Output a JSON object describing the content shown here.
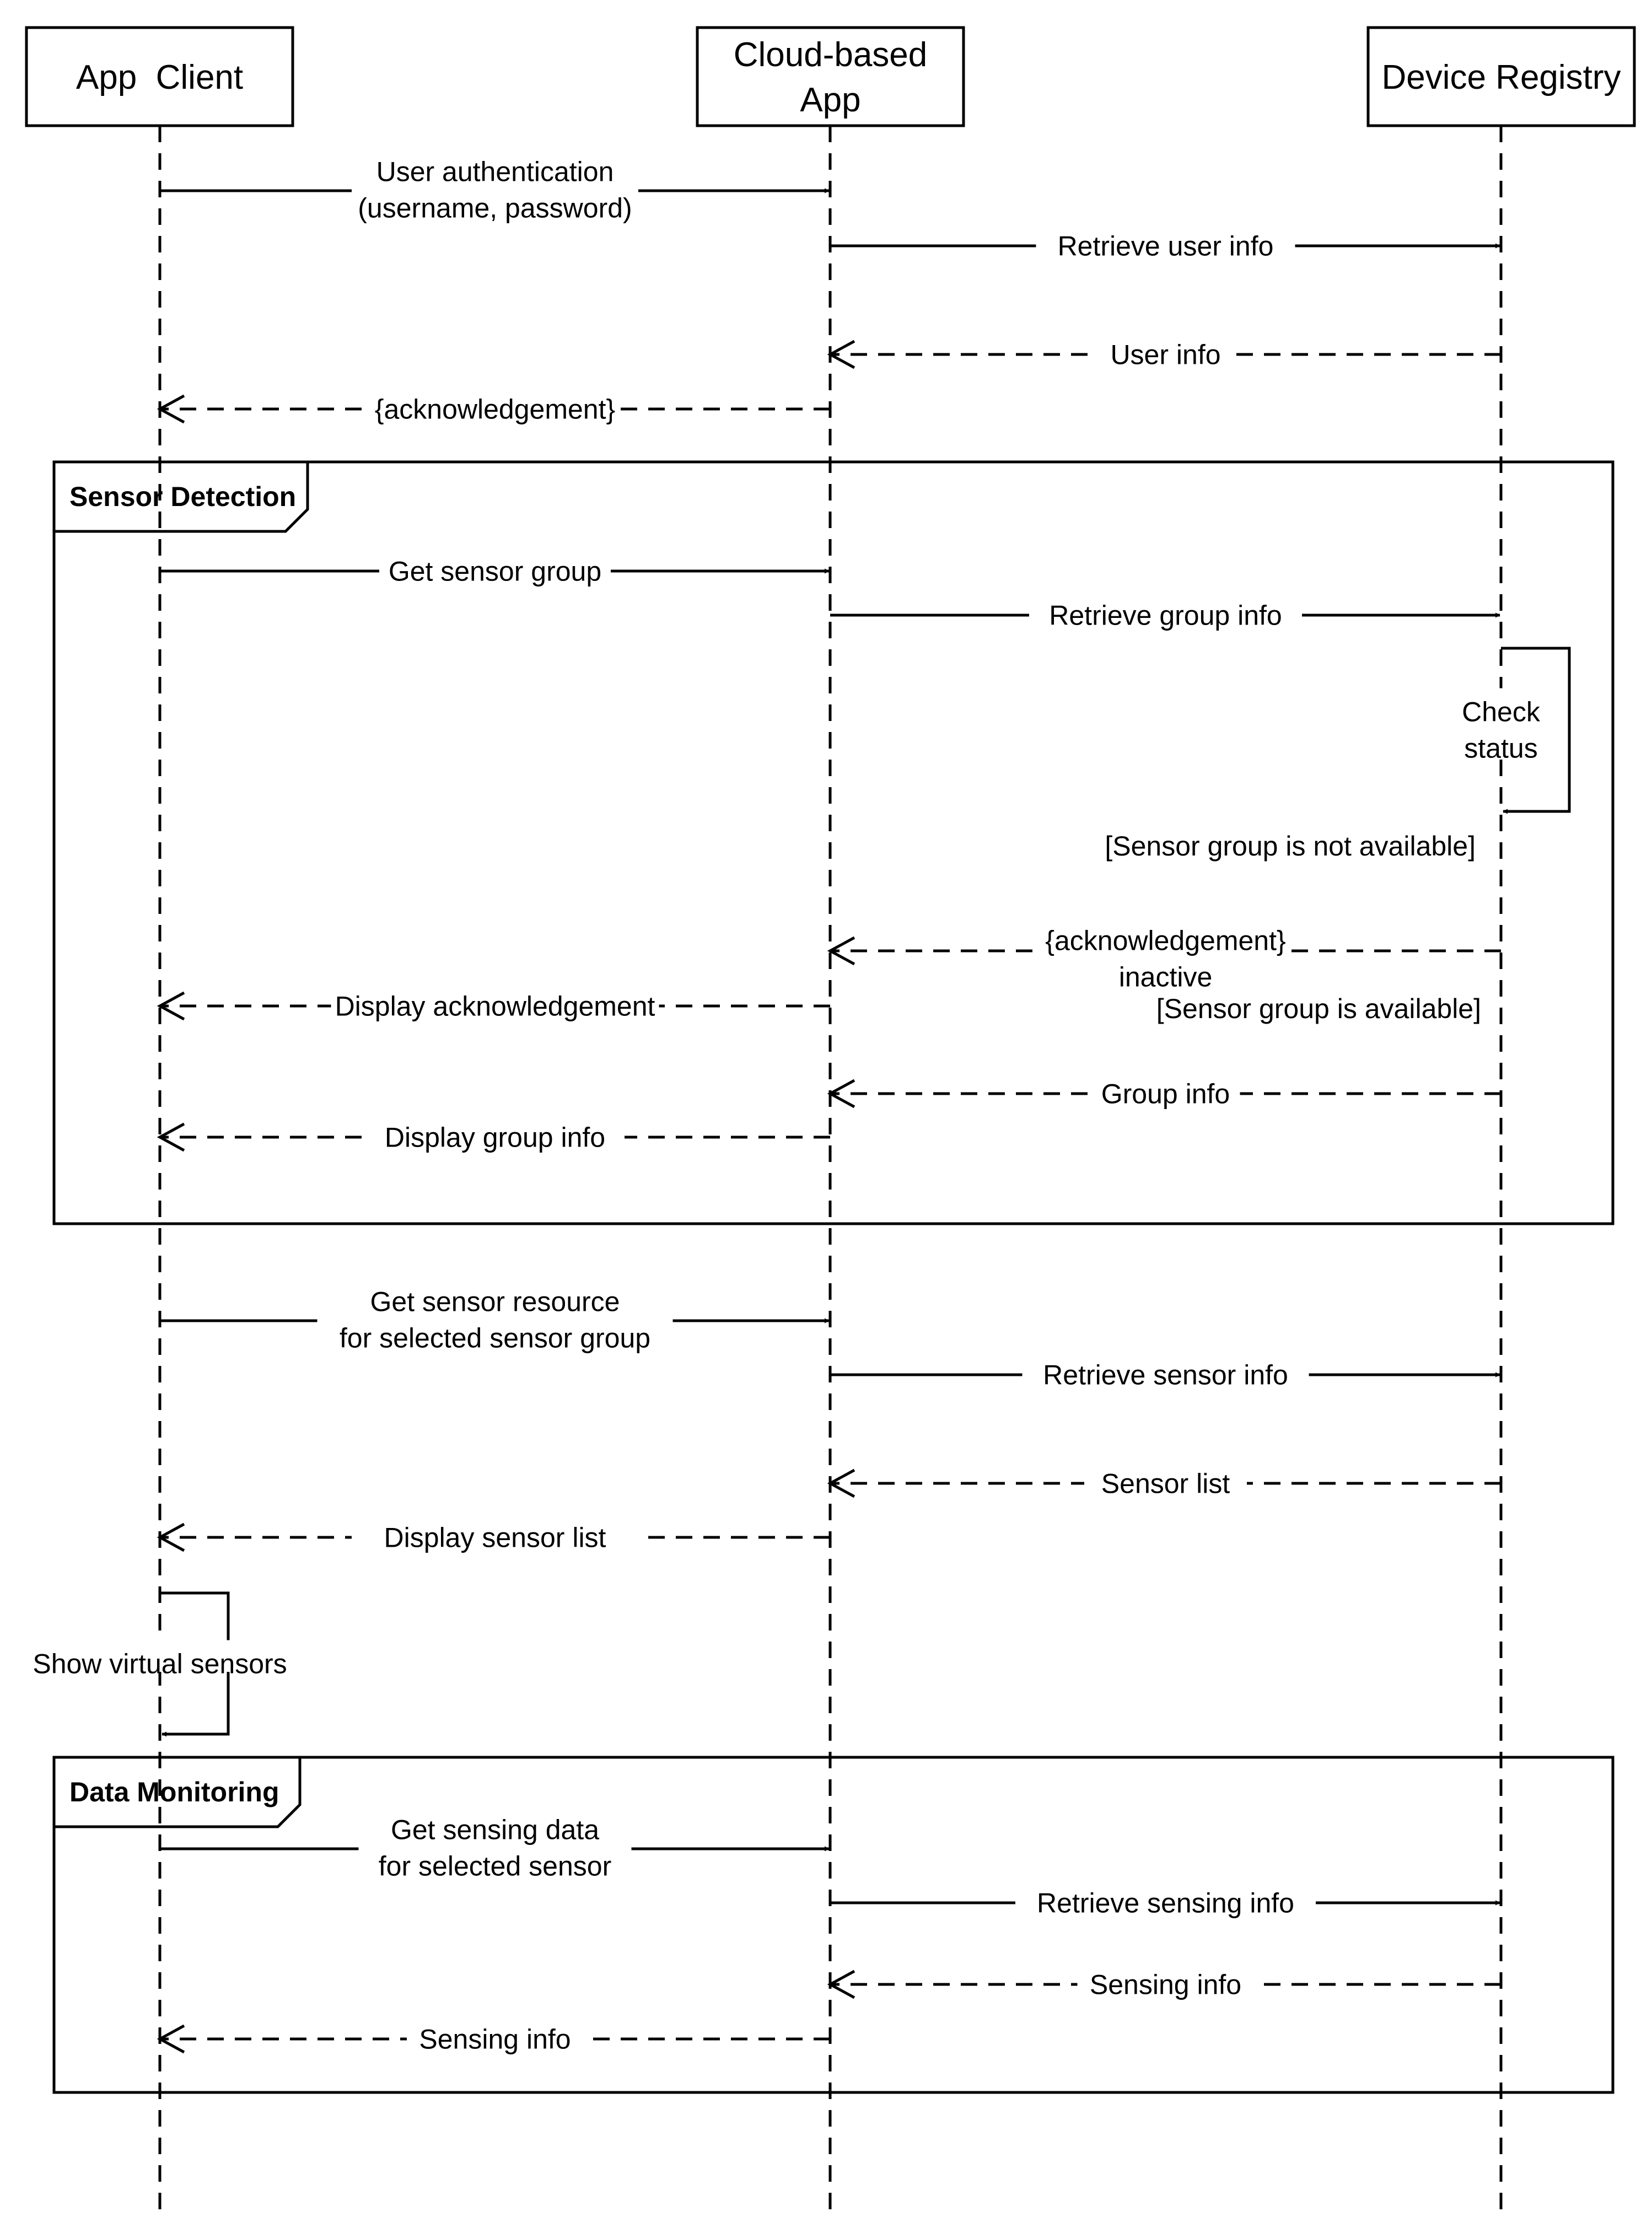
{
  "participants": [
    {
      "id": "client",
      "name": "App  Client"
    },
    {
      "id": "cloud",
      "name": "Cloud-based\nApp"
    },
    {
      "id": "registry",
      "name": "Device Registry"
    }
  ],
  "frames": [
    {
      "id": "sensor-detection",
      "title": "Sensor Detection"
    },
    {
      "id": "data-monitoring",
      "title": "Data Monitoring"
    }
  ],
  "messages": [
    {
      "from": "client",
      "to": "cloud",
      "style": "solid",
      "label": "User authentication\n(username, password)"
    },
    {
      "from": "cloud",
      "to": "registry",
      "style": "solid",
      "label": "Retrieve user info"
    },
    {
      "from": "registry",
      "to": "cloud",
      "style": "dashed",
      "label": "User info"
    },
    {
      "from": "cloud",
      "to": "client",
      "style": "dashed",
      "label": "{acknowledgement}"
    },
    {
      "from": "client",
      "to": "cloud",
      "style": "solid",
      "label": "Get sensor group"
    },
    {
      "from": "cloud",
      "to": "registry",
      "style": "solid",
      "label": "Retrieve group info"
    },
    {
      "from": "registry",
      "to": "registry",
      "style": "self",
      "label": "Check\nstatus"
    },
    {
      "from": "registry",
      "to": "cloud",
      "style": "dashed",
      "label": "{acknowledgement}\ninactive"
    },
    {
      "from": "cloud",
      "to": "client",
      "style": "dashed",
      "label": "Display acknowledgement"
    },
    {
      "from": "registry",
      "to": "cloud",
      "style": "dashed",
      "label": "Group info"
    },
    {
      "from": "cloud",
      "to": "client",
      "style": "dashed",
      "label": "Display group info"
    },
    {
      "from": "client",
      "to": "cloud",
      "style": "solid",
      "label": "Get sensor resource\nfor selected sensor group"
    },
    {
      "from": "cloud",
      "to": "registry",
      "style": "solid",
      "label": "Retrieve sensor info"
    },
    {
      "from": "registry",
      "to": "cloud",
      "style": "dashed",
      "label": "Sensor list"
    },
    {
      "from": "cloud",
      "to": "client",
      "style": "dashed",
      "label": "Display sensor  list"
    },
    {
      "from": "client",
      "to": "client",
      "style": "self",
      "label": "Show virtual sensors"
    },
    {
      "from": "client",
      "to": "cloud",
      "style": "solid",
      "label": "Get sensing data\nfor selected sensor"
    },
    {
      "from": "cloud",
      "to": "registry",
      "style": "solid",
      "label": "Retrieve sensing info"
    },
    {
      "from": "registry",
      "to": "cloud",
      "style": "dashed",
      "label": "Sensing info"
    },
    {
      "from": "cloud",
      "to": "client",
      "style": "dashed",
      "label": "Sensing info"
    }
  ],
  "guards": [
    {
      "text": "[Sensor group is not available]"
    },
    {
      "text": "[Sensor group is available]"
    }
  ]
}
